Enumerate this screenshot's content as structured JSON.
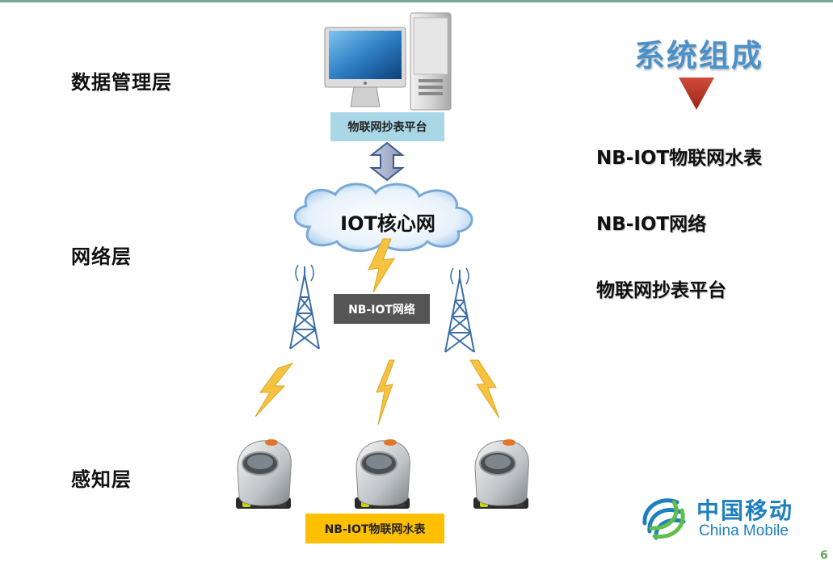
{
  "layers": {
    "data_mgmt": "数据管理层",
    "network": "网络层",
    "perception": "感知层"
  },
  "title": "系统组成",
  "components": [
    "NB-IOT物联网水表",
    "NB-IOT网络",
    "物联网抄表平台"
  ],
  "diagram": {
    "platform_label": "物联网抄表平台",
    "cloud_label": "IOT核心网",
    "network_label": "NB-IOT网络",
    "meter_label": "NB-IOT物联网水表"
  },
  "logo": {
    "cn": "中国移动",
    "en": "China Mobile"
  },
  "page_number": "6",
  "colors": {
    "title": "#4a90c9",
    "triangle": "#c0392b",
    "platform_box": "#a9d7e6",
    "network_box": "#555555",
    "meter_box": "#ffc000",
    "lightning": "#f5c242",
    "tower": "#3d6fa6",
    "logo": "#1e7fbf"
  }
}
